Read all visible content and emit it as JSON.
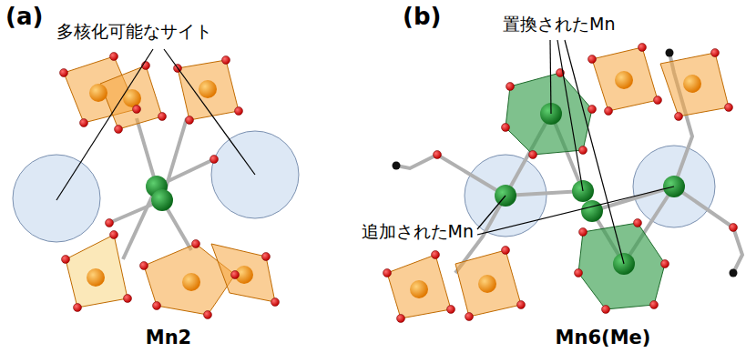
{
  "diagram": {
    "labels": [
      "(a)",
      "多核化可能なサイト",
      "Mn2",
      "(b)",
      "置換されたMn",
      "追加されたMn",
      "Mn6(Me)"
    ]
  }
}
